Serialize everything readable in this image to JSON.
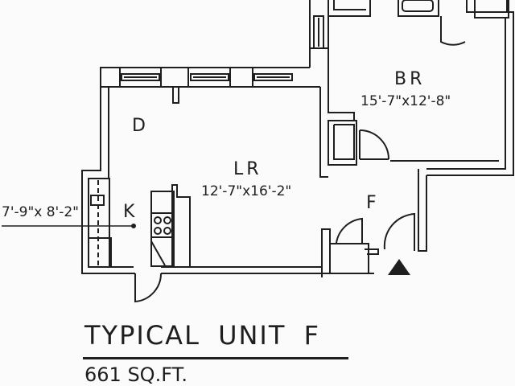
{
  "plan": {
    "title": "TYPICAL UNIT F",
    "area": "661 SQ.FT."
  },
  "rooms": {
    "bedroom": {
      "name": "BR",
      "dimensions": "15'-7\"x12'-8\""
    },
    "living_room": {
      "name": "LR",
      "dimensions": "12'-7\"x16'-2\""
    },
    "dining": {
      "name": "D"
    },
    "kitchen": {
      "name": "K",
      "dimensions": "7'-9\"x 8'-2\""
    },
    "foyer": {
      "name": "F"
    }
  },
  "colors": {
    "line": "#1e1e1e",
    "background": "#fbfbfb"
  }
}
